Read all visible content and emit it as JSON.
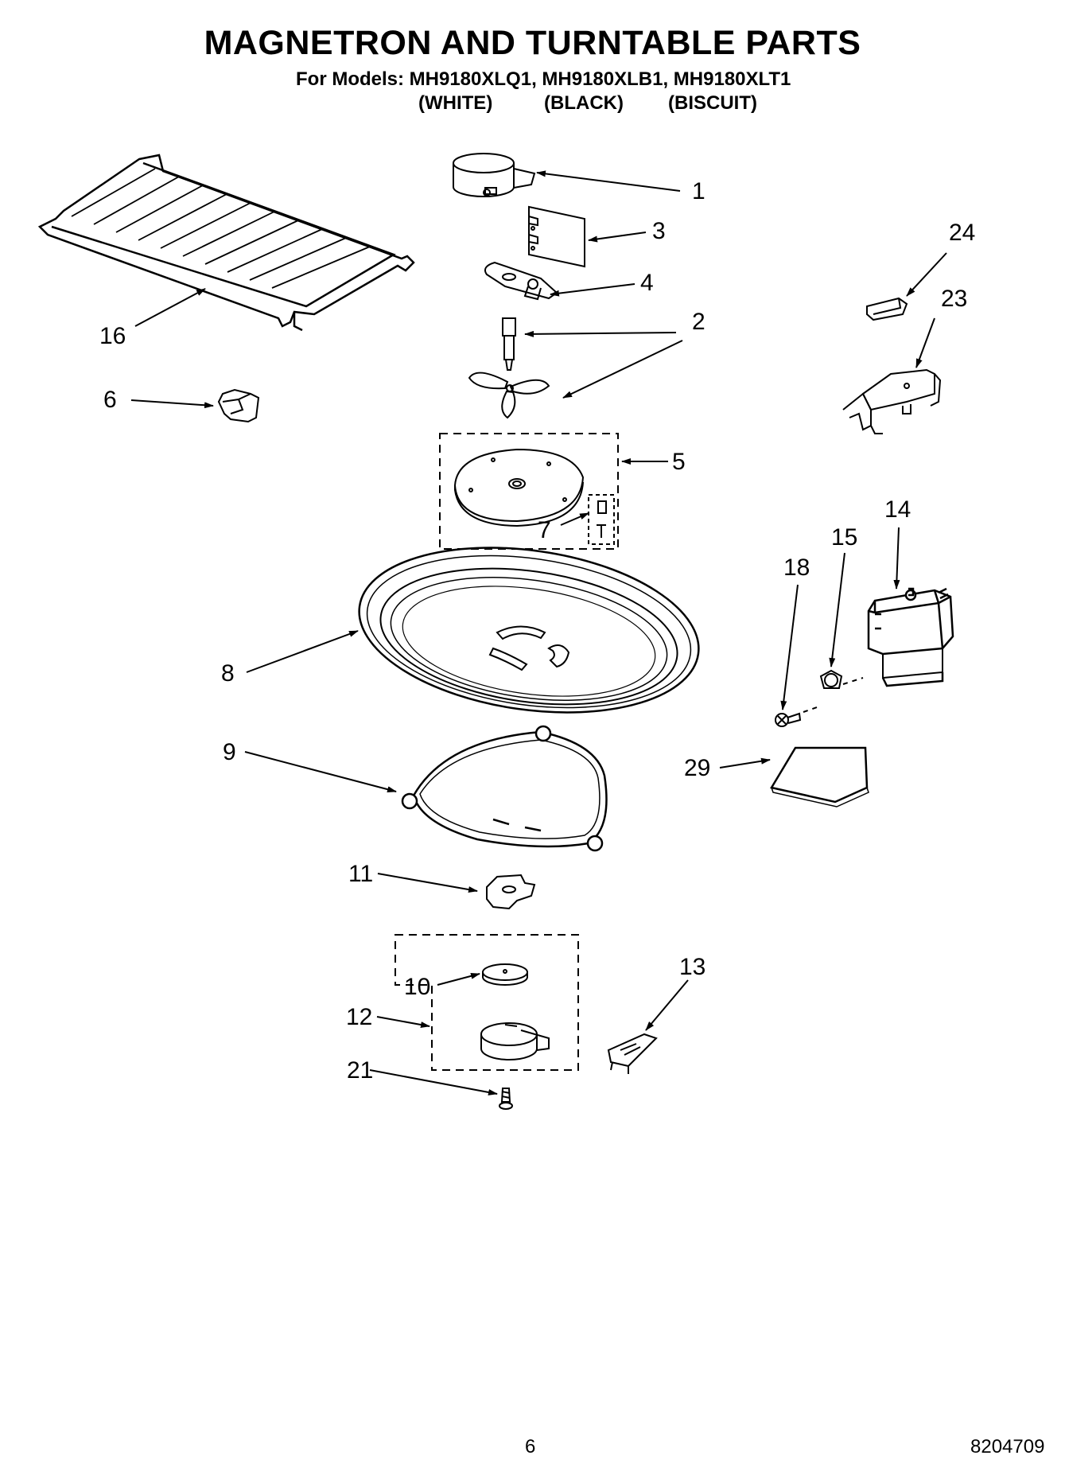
{
  "header": {
    "title": "MAGNETRON AND TURNTABLE PARTS",
    "models_line": "For Models: MH9180XLQ1, MH9180XLB1, MH9180XLT1",
    "colors": [
      "(WHITE)",
      "(BLACK)",
      "(BISCUIT)"
    ]
  },
  "callouts": {
    "c1": "1",
    "c2": "2",
    "c3": "3",
    "c4": "4",
    "c5": "5",
    "c6": "6",
    "c7": "7",
    "c8": "8",
    "c9": "9",
    "c10": "10",
    "c11": "11",
    "c12": "12",
    "c13": "13",
    "c14": "14",
    "c15": "15",
    "c16": "16",
    "c18": "18",
    "c21": "21",
    "c23": "23",
    "c24": "24",
    "c29": "29"
  },
  "footer": {
    "page_number": "6",
    "document_number": "8204709"
  }
}
